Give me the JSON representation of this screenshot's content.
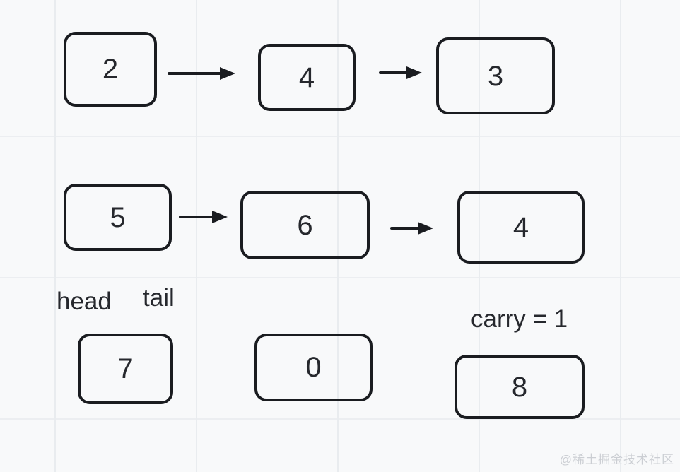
{
  "diagram": {
    "title_hint": "linked-list addition diagram",
    "list_a": {
      "nodes": [
        {
          "value": "2"
        },
        {
          "value": "4"
        },
        {
          "value": "3"
        }
      ]
    },
    "list_b": {
      "nodes": [
        {
          "value": "5"
        },
        {
          "value": "6"
        },
        {
          "value": "4"
        }
      ]
    },
    "result_row": {
      "head_label": "head",
      "tail_label": "tail",
      "carry_label": "carry = 1",
      "nodes": [
        {
          "value": "7"
        },
        {
          "value": "0"
        },
        {
          "value": "8"
        }
      ]
    }
  },
  "watermark": {
    "text": "@稀土掘金技术社区"
  },
  "colors": {
    "background": "#f8f9fa",
    "grid_line": "#eceef1",
    "shape_stroke": "#1a1c20",
    "text": "#26282d",
    "watermark_text": "#cbced3"
  }
}
